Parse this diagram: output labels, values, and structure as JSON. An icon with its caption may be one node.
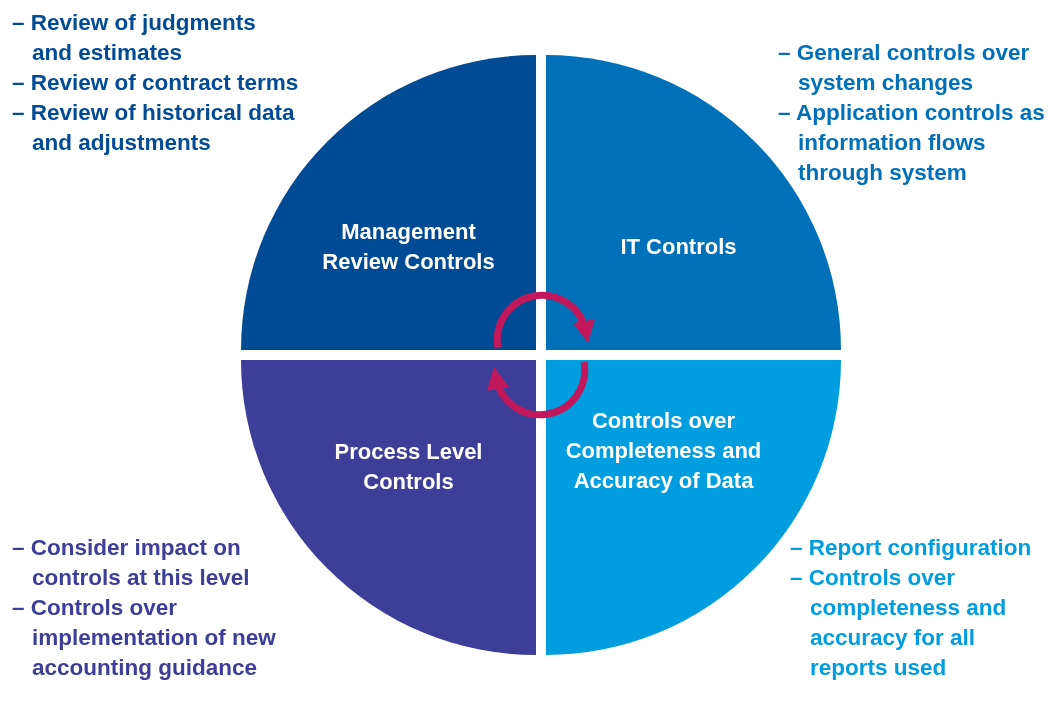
{
  "diagram": {
    "nodes": [
      {
        "text": [
          "Management Review Controls"
        ],
        "beside": [
          "– Review of judgments and estimates",
          "– Review of contract terms",
          "– Review of historical data and adjustments"
        ]
      },
      {
        "text": [
          "IT Controls"
        ],
        "beside": [
          "– General controls over system changes",
          "– Application controls as information flows through system"
        ]
      },
      {
        "text": [
          "Process Level Controls"
        ],
        "beside": [
          "– Consider impact on controls at this level",
          "– Controls over implementation of new accounting guidance"
        ]
      },
      {
        "text": [
          "Controls over Completeness and Accuracy of Data"
        ],
        "beside": [
          "– Report configuration",
          "– Controls over completeness and accuracy for all reports used"
        ]
      }
    ],
    "edges": [
      {
        "from": 0,
        "to": 1,
        "arrow": "to"
      },
      {
        "from": 3,
        "to": 2,
        "arrow": "to"
      }
    ]
  }
}
